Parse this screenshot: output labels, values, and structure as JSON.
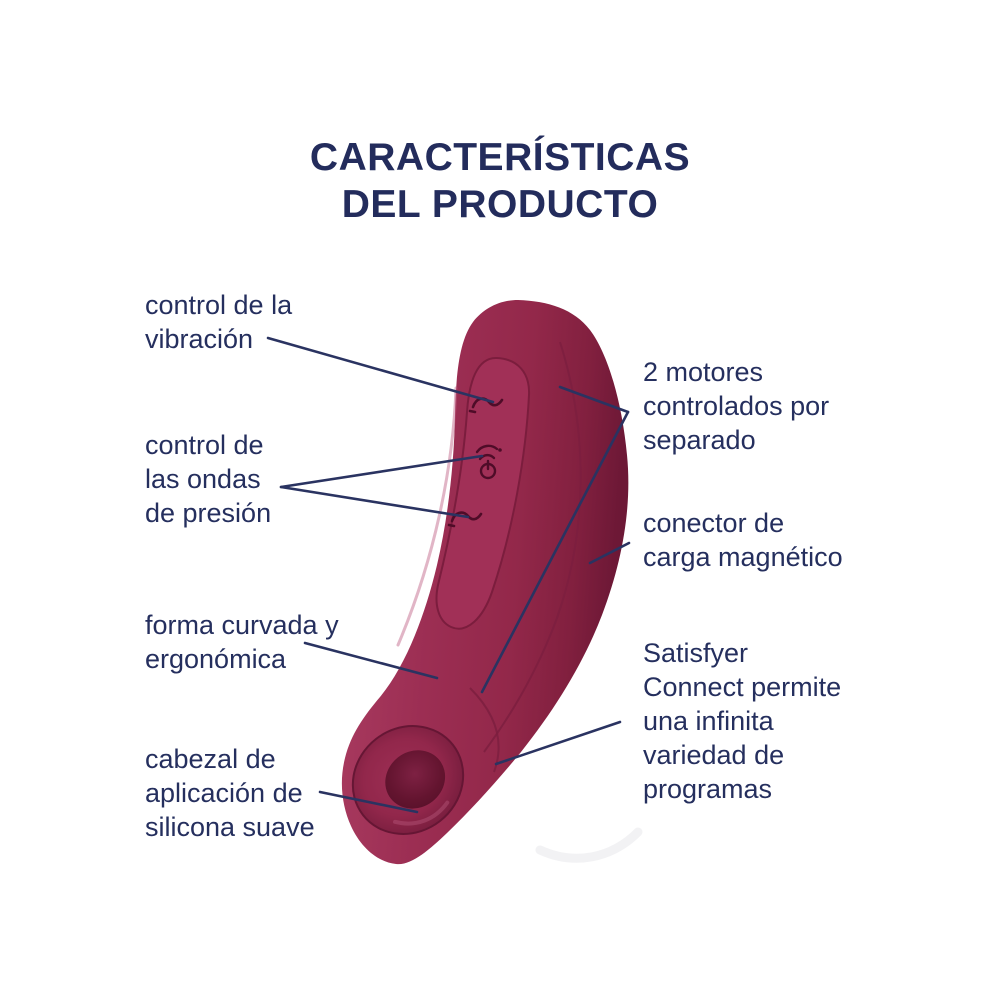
{
  "title": {
    "text": "CARACTERÍSTICAS\nDEL PRODUCTO"
  },
  "colors": {
    "heading_navy": "#232c5c",
    "label_navy": "#252f5e",
    "leader_line_navy": "#2a3361",
    "product_berry": "#9b2d52",
    "product_highlight": "#aa3c61",
    "product_shadow": "#6d1836",
    "button_icon_dark": "#4f0c28",
    "background": "#ffffff"
  },
  "product": {
    "description": "curved berry-colored pressure-wave massager with control panel and silicone head",
    "buttons": [
      {
        "name": "vibration-control-button",
        "icon": "wave-icon"
      },
      {
        "name": "pressure-wave-control-button",
        "icon": "power-wave-icon"
      },
      {
        "name": "lower-wave-control-button",
        "icon": "wave-icon"
      }
    ]
  },
  "labels": {
    "vibration": {
      "text": "control de la\nvibración"
    },
    "pressure_waves": {
      "text": "control de\nlas ondas\nde presión"
    },
    "curved_shape": {
      "text": "forma curvada y\nergonómica"
    },
    "silicone_head": {
      "text": "cabezal de\naplicación de\nsilicona suave"
    },
    "two_motors": {
      "text": "2 motores\ncontrolados por\nseparado"
    },
    "magnetic_charger": {
      "text": "conector de\ncarga magnético"
    },
    "satisfyer_connect": {
      "text": "Satisfyer\nConnect permite\nuna infinita\nvariedad de\nprogramas"
    }
  }
}
